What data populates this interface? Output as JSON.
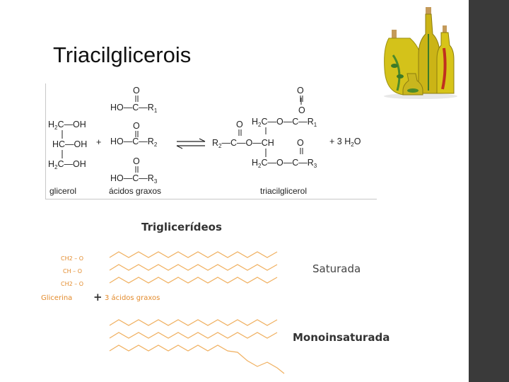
{
  "slide": {
    "title": "Triacilglicerois"
  },
  "reaction": {
    "glycerol_rows": [
      "H2C—OH",
      "HC—OH",
      "H2C—OH"
    ],
    "acid_head": "HO—C—",
    "acid_r": [
      "R1",
      "R2",
      "R3"
    ],
    "plus": "+",
    "water": "+ 3 H2O",
    "caption_glicerol": "glicerol",
    "caption_acidos": "ácidos graxos",
    "caption_triacil": "triacilglicerol"
  },
  "trigliceridos": {
    "title": "Triglicerídeos",
    "label_saturada": "Saturada",
    "label_mono": "Monoinsaturada",
    "glicerina_text": "Glicerina",
    "plus_text": "+",
    "acidos_text": "3 ácidos graxos",
    "backbone": [
      "CH2 – O",
      "CH – O",
      "CH2 – O"
    ]
  },
  "colors": {
    "sidebar": "#3a3a3a",
    "orange": "#e38b2c"
  }
}
